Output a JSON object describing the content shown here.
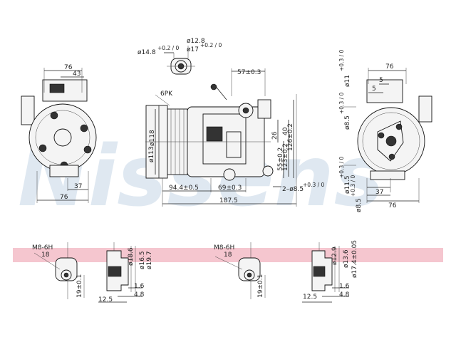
{
  "watermark": "Nissens",
  "band_color": "#f5c6cf",
  "top_connector": {
    "d1": "ø14.8",
    "d1_tol": "+0.2 / 0",
    "d2": "ø12.8",
    "d3": "ø17",
    "d3_tol": "+0.2 / 0"
  },
  "front_view": {
    "w76": "76",
    "w43": "43",
    "w37": "37",
    "w76b": "76"
  },
  "side_view": {
    "belt": "6PK",
    "d118": "ø118",
    "d113": "ø113",
    "d57": "57±0.3",
    "d26": "26",
    "d40": "40",
    "d55": "55±0.2",
    "d123": "123±0.2",
    "d126": "126±0.2",
    "d94": "94.4±0.5",
    "d69": "69±0.3",
    "holes": "2–ø8.5",
    "holes_tol": "+0.3 / 0",
    "len": "187.5"
  },
  "rear_view": {
    "w76": "76",
    "w37": "37",
    "w5a": "5",
    "w5b": "5",
    "w76b": "76",
    "d11": "ø11",
    "d11_tol": "+0.3 / 0",
    "d85a": "ø8.5",
    "d85a_tol": "+0.3 / 0",
    "d115": "ø11.5",
    "d115_tol": "+0.3 / 0",
    "d85b": "ø8.5",
    "d85b_tol": "+0.3 / 0"
  },
  "fittings": [
    {
      "thread": "M8-6H",
      "depth": "18",
      "d19": "19±0.1",
      "d12": "12.5",
      "s1": "ø18.6",
      "s2": "ø16.5",
      "s3": "ø19.7",
      "s4": "1.6",
      "s5": "4.8"
    },
    {
      "thread": "M8-6H",
      "depth": "18",
      "d19": "19±0.1",
      "d12": "12.5",
      "s1": "ø12.9",
      "s2": "ø13.6",
      "s3": "ø17.4±0.05",
      "s4": "1.6",
      "s5": "4.8"
    }
  ]
}
